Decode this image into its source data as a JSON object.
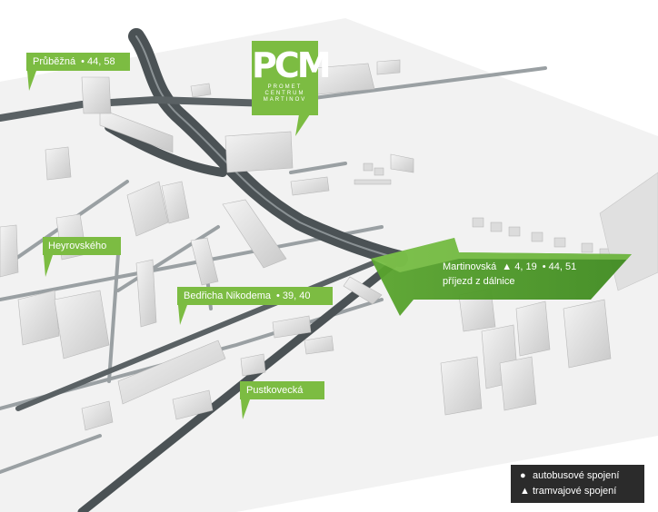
{
  "logo": {
    "mark": "PCM",
    "line1": "PROMET",
    "line2": "CENTRUM",
    "line3": "MARTINOV"
  },
  "labels": {
    "pruzna": {
      "name": "Průběžná",
      "bus": "• 44, 58"
    },
    "heyrovskeho": {
      "name": "Heyrovského"
    },
    "nikodema": {
      "name": "Bedřicha Nikodema",
      "bus": "• 39, 40"
    },
    "pustkovecka": {
      "name": "Pustkovecká"
    },
    "martinovska": {
      "name": "Martinovská",
      "tram": "▲ 4, 19",
      "bus": "• 44, 51",
      "sub": "příjezd z dálnice"
    }
  },
  "legend": {
    "bus_symbol": "●",
    "bus_label": "autobusové spojení",
    "tram_symbol": "▲",
    "tram_label": "tramvajové spojení"
  },
  "colors": {
    "accent": "#7cbc42",
    "road": "#3f4548",
    "building": "#e9e9e9"
  }
}
